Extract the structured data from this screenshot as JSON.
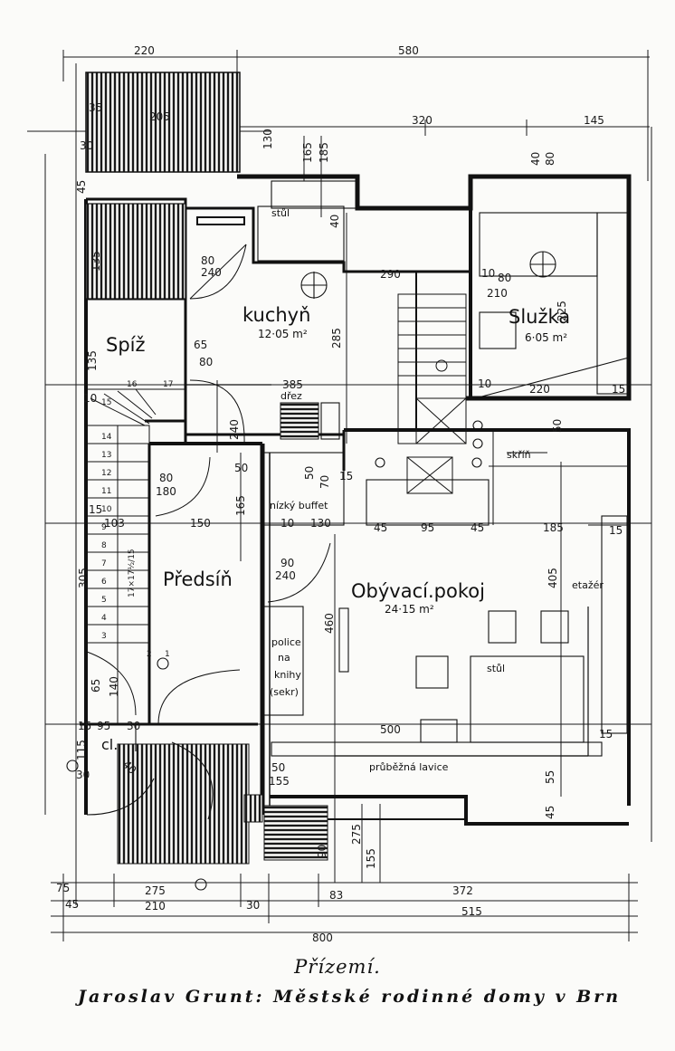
{
  "rooms": [
    {
      "key": "kuchyn",
      "name": "kuchyň",
      "area": "12·05 m²"
    },
    {
      "key": "sluzka",
      "name": "Služka",
      "area": "6·05 m²"
    },
    {
      "key": "spiz",
      "name": "Spíž",
      "area": ""
    },
    {
      "key": "predsin",
      "name": "Předsíň",
      "area": ""
    },
    {
      "key": "obyvaci",
      "name": "Obývací.pokoj",
      "area": "24·15 m²"
    },
    {
      "key": "cl",
      "name": "cl.",
      "area": ""
    }
  ],
  "labels": {
    "stul_kitchen": "stůl",
    "dvere": "dřez",
    "nizky_buffet": "nízký buffet",
    "skrin": "skříň",
    "etazer": "etažér",
    "police": [
      "police",
      "na",
      "knihy",
      "(sekr)"
    ],
    "stul_living": "stůl",
    "lavice": "průběžná lavice"
  },
  "dimensions": {
    "overall": [
      "220",
      "580",
      "800"
    ],
    "top_row": [
      "205",
      "320",
      "145"
    ],
    "left_col": [
      "35",
      "30",
      "45",
      "135",
      "135",
      "10",
      "15",
      "305",
      "65",
      "140",
      "15",
      "115",
      "30"
    ],
    "kitchen": [
      "80",
      "40",
      "165",
      "185",
      "130",
      "240",
      "290",
      "285",
      "385",
      "65",
      "80"
    ],
    "hall": [
      "80",
      "180",
      "50",
      "150",
      "165",
      "240",
      "70",
      "50",
      "15",
      "10",
      "130",
      "90",
      "240"
    ],
    "living": [
      "45",
      "95",
      "45",
      "185",
      "405",
      "15",
      "460",
      "500",
      "15",
      "50",
      "155",
      "55",
      "45",
      "275",
      "155",
      "90"
    ],
    "service": [
      "40",
      "80",
      "10",
      "80",
      "210",
      "225",
      "220",
      "15",
      "10",
      "50"
    ],
    "bottom": [
      "75",
      "275",
      "372",
      "45",
      "210",
      "30",
      "83",
      "515",
      "800"
    ],
    "stair": [
      "16",
      "17",
      "15",
      "14",
      "13",
      "12",
      "11",
      "10",
      "9",
      "8",
      "7",
      "6",
      "5",
      "4",
      "3",
      "2",
      "1",
      "103",
      "17×17½/15",
      "95",
      "30",
      "45",
      "40"
    ]
  },
  "caption": {
    "line1": "Přízemí.",
    "line2": "Jaroslav Grunt: Městské rodinné domy v Brn"
  },
  "colors": {
    "ink": "#1a1a1a",
    "paper": "#fbfbf9"
  }
}
